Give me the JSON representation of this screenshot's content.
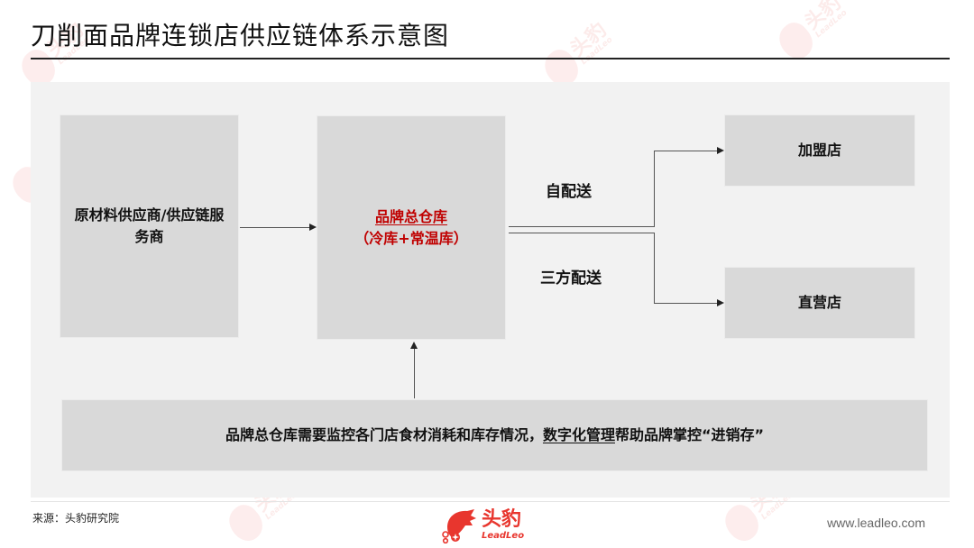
{
  "title": "刀削面品牌连锁店供应链体系示意图",
  "colors": {
    "accent_red": "#C00000",
    "box_fill": "#D9D9D9",
    "panel_fill": "#F2F2F2",
    "logo_red": "#E8362E"
  },
  "nodes": {
    "supplier": "原材料供应商/供应链服务商",
    "warehouse_main": "品牌总仓库",
    "warehouse_sub": "（冷库+常温库）",
    "franchise_store": "加盟店",
    "direct_store": "直营店"
  },
  "edges": {
    "self_delivery": "自配送",
    "third_party_delivery": "三方配送"
  },
  "bottom_note": {
    "part1": "品牌总仓库需要监控各门店食材消耗和库存情况，",
    "highlight": "数字化管理",
    "part2": "帮助品牌掌控“进销存”"
  },
  "footer": {
    "source": "来源：头豹研究院",
    "logo_cn": "头豹",
    "logo_en": "LeadLeo",
    "website": "www.leadleo.com"
  },
  "watermark": {
    "cn": "头豹",
    "en": "LeadLeo"
  }
}
